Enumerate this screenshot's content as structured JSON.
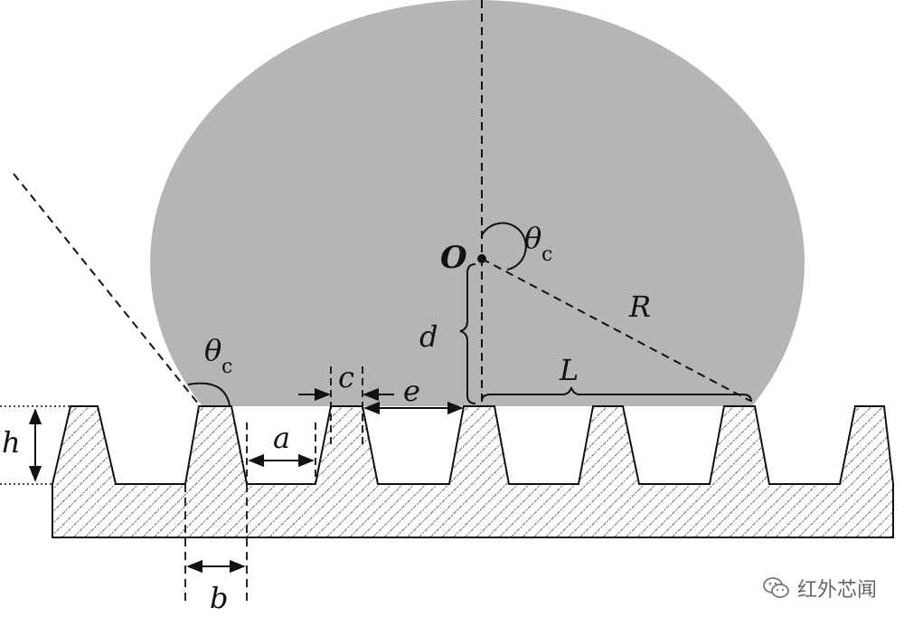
{
  "labels": {
    "center": "O",
    "theta_top": "θ",
    "theta_top_sub": "c",
    "theta_left": "θ",
    "theta_left_sub": "c",
    "radius": "R",
    "distance": "d",
    "half_contact": "L",
    "a": "a",
    "b": "b",
    "c": "c",
    "e": "e",
    "h": "h"
  },
  "watermark": {
    "text": "红外芯闻"
  },
  "colors": {
    "droplet": "#b5b5b5",
    "substrate_hatch": "#333333",
    "line": "#111111",
    "watermark": "#666666"
  }
}
